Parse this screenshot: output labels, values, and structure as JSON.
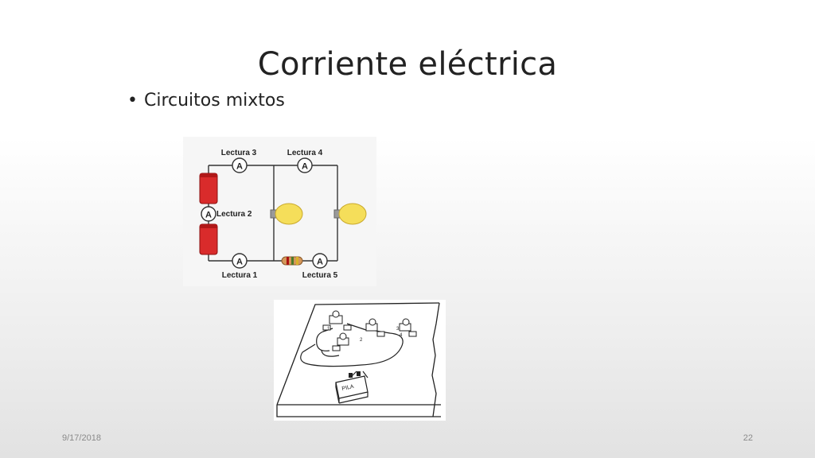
{
  "slide": {
    "title": "Corriente eléctrica",
    "bullet": "Circuitos mixtos",
    "date": "9/17/2018",
    "page_number": "22"
  },
  "circuit": {
    "ammeter_symbol": "A",
    "labels": {
      "lectura3": "Lectura 3",
      "lectura4": "Lectura 4",
      "lectura2": "Lectura 2",
      "lectura1": "Lectura 1",
      "lectura5": "Lectura 5"
    },
    "colors": {
      "battery": "#d92b2b",
      "bulb": "#f5de5a",
      "wire": "#333333"
    }
  },
  "sketch": {
    "battery_label": "PILA",
    "ammeter_numbers": [
      "1",
      "2",
      "3",
      "4"
    ]
  }
}
